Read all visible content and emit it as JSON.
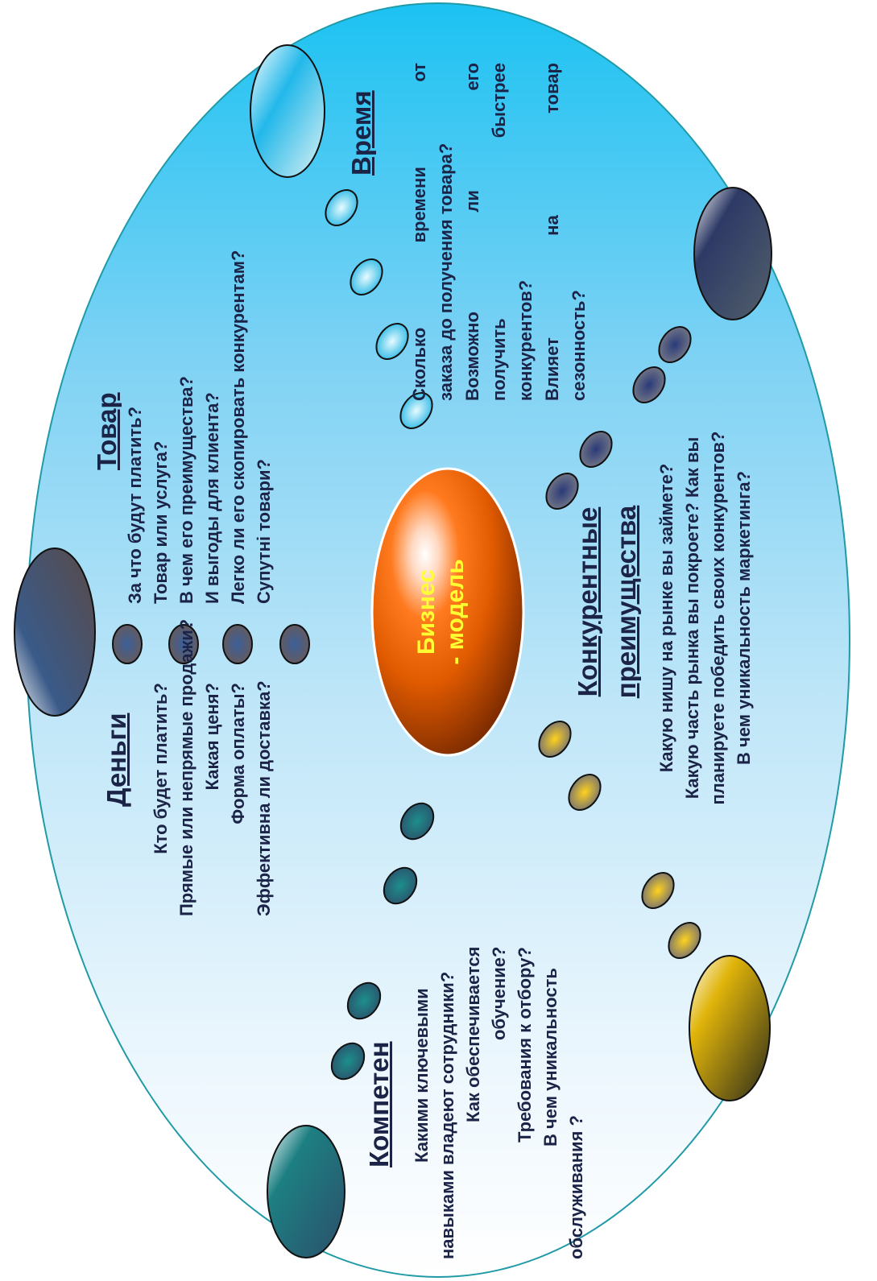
{
  "center": {
    "line1": "Бизнес",
    "line2": "- модель"
  },
  "sections": {
    "money": {
      "title": "Деньги",
      "lines": [
        "Кто будет платить?",
        "Прямые или непрямые продажи?",
        "Какая ценя?",
        "Форма оплаты?",
        "Эффективна ли доставка?"
      ]
    },
    "product": {
      "title": "Товар",
      "lines": [
        "За что будут платить?",
        "Товар или услуга?",
        "В чем его преимущества?",
        "И выгоды для клиента?",
        "Легко ли его скопировать конкурентам?",
        "Супутні товари?"
      ]
    },
    "time": {
      "title": "Время",
      "lines": [
        "Сколько времени от",
        "заказа до получения товара?",
        "Возможно ли его",
        "получить быстрее",
        "конкурентов?",
        "Влияет на товар",
        "сезонность?"
      ]
    },
    "advantages": {
      "title1": "Конкурентные",
      "title2": "преимущества",
      "lines": [
        "Какую нишу на рынке вы займете?",
        "Какую часть рынка вы покроете? Как вы",
        "планируете победить своих конкурентов?",
        "В чем уникальность маркетинга?"
      ]
    },
    "competence": {
      "title": "Компетен",
      "lines": [
        "Какими ключевыми",
        "навыками владеют сотрудники?",
        "Как обеспечивается",
        "обучение?",
        "Требования к отбору?",
        "В чем уникальность",
        "обслуживания ?"
      ]
    }
  },
  "colors": {
    "dark": "#1b2347",
    "center_text": "#ffff33",
    "border": "#1f9aa6"
  }
}
